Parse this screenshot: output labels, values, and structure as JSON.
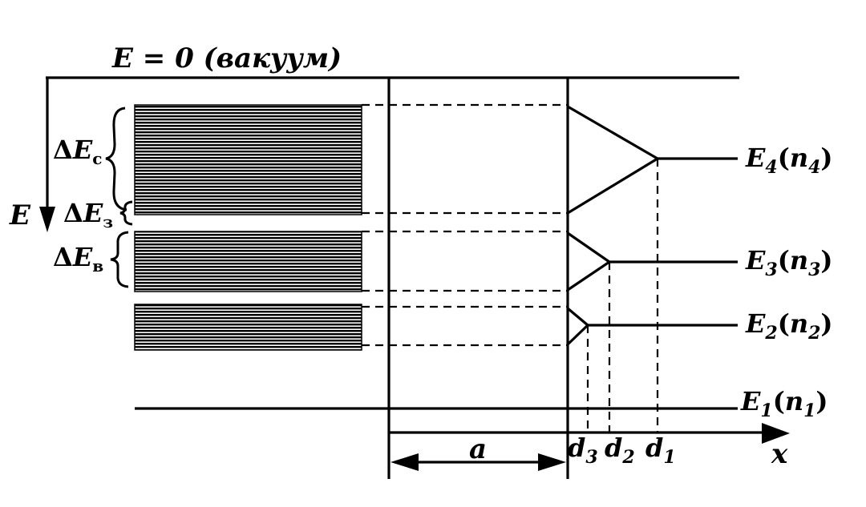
{
  "diagram": {
    "vacuum_label": "E = 0 (вакуум)",
    "energy_axis_label": "E",
    "x_axis_label": "x",
    "width_label": "a",
    "band_gaps": {
      "conduction": {
        "delta": "Δ",
        "main": "E",
        "sub": "c"
      },
      "forbidden": {
        "delta": "Δ",
        "main": "E",
        "sub": "з"
      },
      "valence": {
        "delta": "Δ",
        "main": "E",
        "sub": "в"
      }
    },
    "distances": [
      {
        "main": "d",
        "sub": "3"
      },
      {
        "main": "d",
        "sub": "2"
      },
      {
        "main": "d",
        "sub": "1"
      }
    ],
    "levels": [
      {
        "main": "E",
        "sub": "4",
        "paren_main": "n",
        "paren_sub": "4"
      },
      {
        "main": "E",
        "sub": "3",
        "paren_main": "n",
        "paren_sub": "3"
      },
      {
        "main": "E",
        "sub": "2",
        "paren_main": "n",
        "paren_sub": "2"
      },
      {
        "main": "E",
        "sub": "1",
        "paren_main": "n",
        "paren_sub": "1"
      }
    ]
  }
}
